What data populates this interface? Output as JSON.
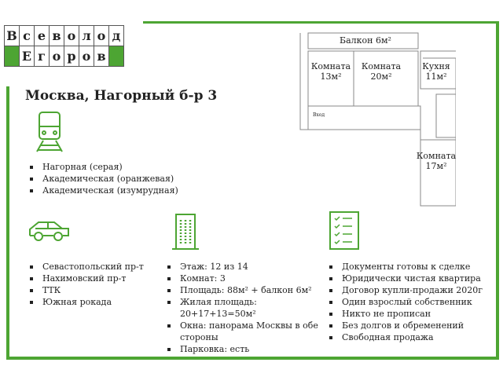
{
  "logo": {
    "row1": [
      "В",
      "с",
      "е",
      "в",
      "о",
      "л",
      "о",
      "д"
    ],
    "row2": [
      "Е",
      "г",
      "о",
      "р",
      "о",
      "в"
    ]
  },
  "title": "Москва, Нагорный б-р 3",
  "plan": {
    "balcony": "Балкон 6м²",
    "room1": "Комната 13м²",
    "room2": "Комната 20м²",
    "kitchen": "Кухня 11м²",
    "room3": "Комната 17м²",
    "entrance": "Вход"
  },
  "metro": [
    "Нагорная (серая)",
    "Академическая (оранжевая)",
    "Академическая (изумрудная)"
  ],
  "roads": [
    "Севастопольский пр-т",
    "Нахимовский пр-т",
    "ТТК",
    "Южная рокада"
  ],
  "flat": [
    "Этаж: 12 из 14",
    "Комнат: 3",
    "Площадь: 88м² + балкон 6м²",
    "Жилая площадь: 20+17+13=50м²",
    "Окна: панорама Москвы в обе стороны",
    "Парковка: есть"
  ],
  "legal": [
    "Документы готовы к сделке",
    "Юридически чистая квартира",
    "Договор купли-продажи 2020г",
    "Один взрослый собственник",
    "Никто не прописан",
    "Без долгов и обременений",
    "Свободная продажа"
  ],
  "accent": "#4da533"
}
